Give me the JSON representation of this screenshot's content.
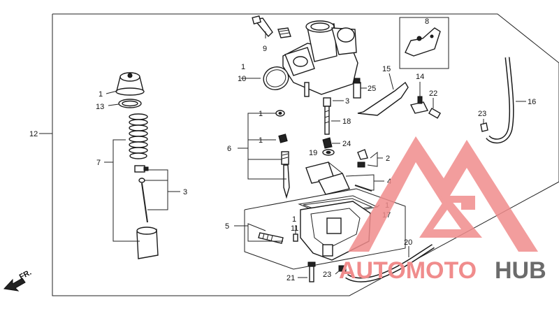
{
  "diagram": {
    "labels": {
      "n1_cap": "1",
      "n13": "13",
      "n12": "12",
      "n7": "7",
      "n3_left": "3",
      "n9": "9",
      "n1_top": "1",
      "n10": "10",
      "n3_mid": "3",
      "n25": "25",
      "n15": "15",
      "n8": "8",
      "n14": "14",
      "n22": "22",
      "n16": "16",
      "n23_right": "23",
      "n1_a": "1",
      "n6": "6",
      "n1_b": "1",
      "n18": "18",
      "n24": "24",
      "n19": "19",
      "n2": "2",
      "n4": "4",
      "n5": "5",
      "n1_c": "1",
      "n11": "11",
      "n1_d": "1",
      "n17": "17",
      "n20": "20",
      "n21": "21",
      "n23_bottom": "23"
    },
    "front_marker": "FR."
  },
  "watermark": {
    "brand_a": "AUTOMOTO",
    "brand_b": "HUB",
    "color_a": "#f08c8c",
    "color_b": "#6b6b6b"
  }
}
